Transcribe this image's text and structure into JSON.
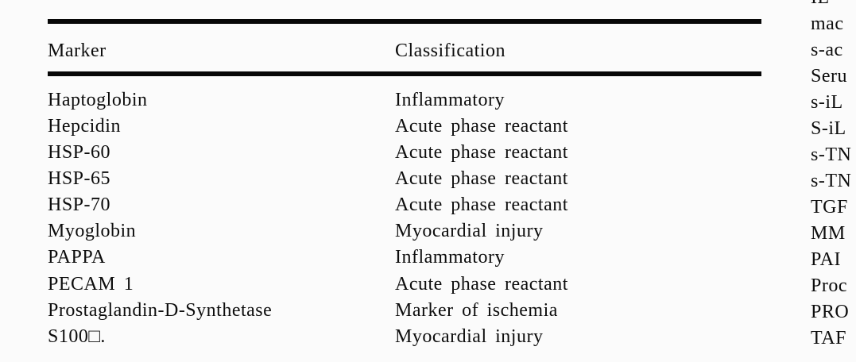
{
  "table": {
    "header": {
      "marker_label": "Marker",
      "classification_label": "Classification"
    },
    "rows": [
      {
        "marker": "Haptoglobin",
        "classification": "Inflammatory"
      },
      {
        "marker": "Hepcidin",
        "classification": "Acute phase reactant"
      },
      {
        "marker": "HSP-60",
        "classification": "Acute phase reactant"
      },
      {
        "marker": "HSP-65",
        "classification": "Acute phase reactant"
      },
      {
        "marker": "HSP-70",
        "classification": "Acute phase reactant"
      },
      {
        "marker": "Myoglobin",
        "classification": "Myocardial injury"
      },
      {
        "marker": "PAPPA",
        "classification": "Inflammatory"
      },
      {
        "marker": "PECAM 1",
        "classification": "Acute phase reactant"
      },
      {
        "marker": "Prostaglandin-D-Synthetase",
        "classification": "Marker of ischemia"
      },
      {
        "marker": "S100□.",
        "classification": "Myocardial injury"
      }
    ]
  },
  "adjacent_column": {
    "fragments": [
      "IL",
      "mac",
      "s-ac",
      "Seru",
      "s-iL",
      "S-iL",
      "s-TN",
      "s-TN",
      "TGF",
      "MM",
      "PAI",
      "Proc",
      "PRO",
      "TAF"
    ]
  },
  "colors": {
    "text": "#0d0d0d",
    "rule": "#070707",
    "background": "#fbfbfb"
  }
}
